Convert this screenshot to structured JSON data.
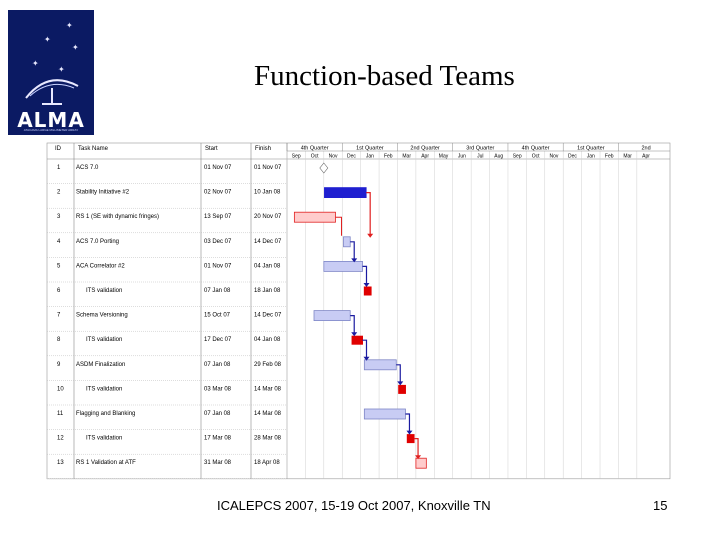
{
  "slide": {
    "title": "Function-based Teams",
    "footer": "ICALEPCS 2007, 15-19 Oct 2007, Knoxville TN",
    "page_number": "15"
  },
  "logo": {
    "text": "ALMA",
    "subtitle": "ATACAMA LARGE MILLIMETER ARRAY",
    "colors": {
      "background": "#0b1a63",
      "text": "#ffffff"
    }
  },
  "gantt": {
    "columns": {
      "id": "ID",
      "task_name": "Task Name",
      "start": "Start",
      "finish": "Finish"
    },
    "quarters": [
      "4th Quarter",
      "1st Quarter",
      "2nd Quarter",
      "3rd Quarter",
      "4th Quarter",
      "1st Quarter",
      "2nd"
    ],
    "months": [
      "Sep",
      "Oct",
      "Nov",
      "Dec",
      "Jan",
      "Feb",
      "Mar",
      "Apr",
      "May",
      "Jun",
      "Jul",
      "Aug",
      "Sep",
      "Oct",
      "Nov",
      "Dec",
      "Jan",
      "Feb",
      "Mar",
      "Apr"
    ],
    "tasks": [
      {
        "id": "1",
        "name": "ACS 7.0",
        "start": "01 Nov 07",
        "finish": "01 Nov 07"
      },
      {
        "id": "2",
        "name": "Stability Initiative #2",
        "start": "02 Nov 07",
        "finish": "10 Jan 08"
      },
      {
        "id": "3",
        "name": "RS 1 (SE with dynamic fringes)",
        "start": "13 Sep 07",
        "finish": "20 Nov 07"
      },
      {
        "id": "4",
        "name": "ACS 7.0 Porting",
        "start": "03 Dec 07",
        "finish": "14 Dec 07"
      },
      {
        "id": "5",
        "name": "ACA Correlator #2",
        "start": "01 Nov 07",
        "finish": "04 Jan 08"
      },
      {
        "id": "6",
        "name": "ITS validation",
        "start": "07 Jan 08",
        "finish": "18 Jan 08"
      },
      {
        "id": "7",
        "name": "Schema Versioning",
        "start": "15 Oct 07",
        "finish": "14 Dec 07"
      },
      {
        "id": "8",
        "name": "ITS validation",
        "start": "17 Dec 07",
        "finish": "04 Jan 08"
      },
      {
        "id": "9",
        "name": "ASDM Finalization",
        "start": "07 Jan 08",
        "finish": "29 Feb 08"
      },
      {
        "id": "10",
        "name": "ITS validation",
        "start": "03 Mar 08",
        "finish": "14 Mar 08"
      },
      {
        "id": "11",
        "name": "Flagging and Blanking",
        "start": "07 Jan 08",
        "finish": "14 Mar 08"
      },
      {
        "id": "12",
        "name": "ITS validation",
        "start": "17 Mar 08",
        "finish": "28 Mar 08"
      },
      {
        "id": "13",
        "name": "RS 1 Validation at ATF",
        "start": "31 Mar 08",
        "finish": "18 Apr 08"
      }
    ],
    "colors": {
      "summary_bar": "#1f1fd0",
      "task_bar": "#c8ccf4",
      "critical_bar": "#ffcccc",
      "critical_border": "#e02020",
      "validation_marker": "#e00000",
      "dependency_line": "#1a1aa0"
    }
  }
}
